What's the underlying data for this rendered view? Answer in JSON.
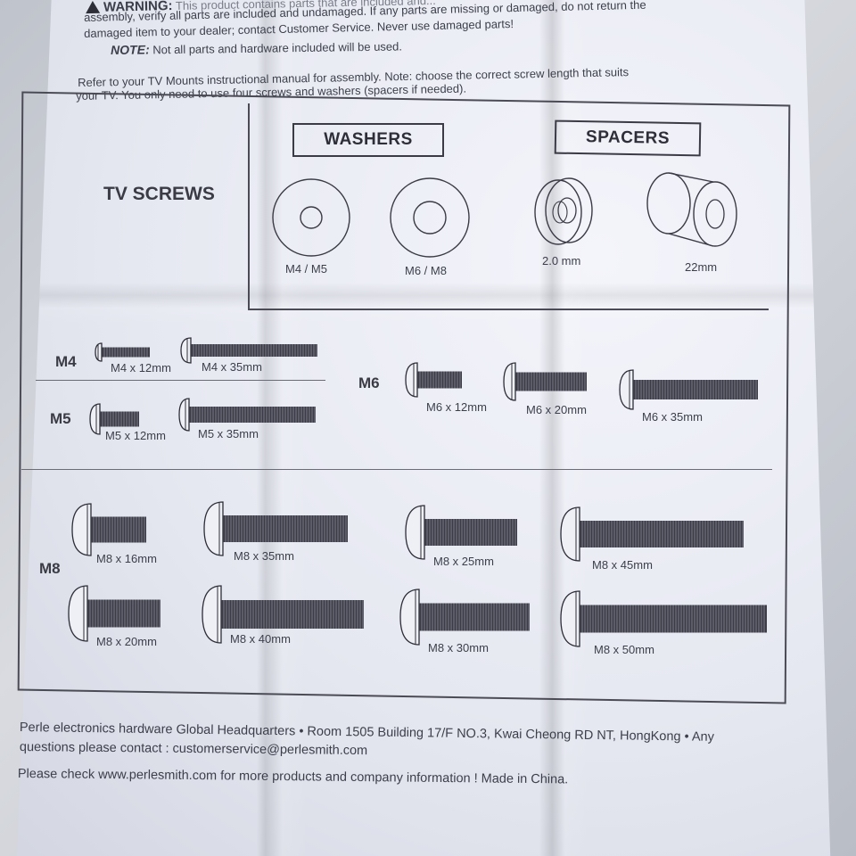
{
  "header": {
    "warning_prefix": "WARNING:",
    "warning_line1_tail": "This product contains parts that are included and...",
    "warning_line1_end": "not return the",
    "warning_line2": "assembly, verify all parts are included and undamaged. If any parts are missing or damaged, do not return the",
    "warning_line3": "damaged item to your dealer; contact Customer Service. Never use damaged parts!",
    "note_label": "NOTE:",
    "note_text": "Not all parts and hardware included will be used.",
    "refer_line1": "Refer to your TV Mounts instructional manual for assembly. Note: choose the correct screw length that suits",
    "refer_line2": "your TV. You only need to use four screws and washers (spacers if needed)."
  },
  "sections": {
    "tv_screws": "TV SCREWS",
    "washers": "WASHERS",
    "spacers": "SPACERS"
  },
  "washers": [
    {
      "label": "M4 / M5"
    },
    {
      "label": "M6 / M8"
    }
  ],
  "spacers": [
    {
      "label": "2.0 mm"
    },
    {
      "label": "22mm"
    }
  ],
  "groups": {
    "m4": "M4",
    "m5": "M5",
    "m6": "M6",
    "m8": "M8"
  },
  "screws": [
    {
      "label": "M4 x 12mm",
      "length_mm": 12
    },
    {
      "label": "M4 x 35mm",
      "length_mm": 35
    },
    {
      "label": "M5 x 12mm",
      "length_mm": 12
    },
    {
      "label": "M5 x 35mm",
      "length_mm": 35
    },
    {
      "label": "M6 x 12mm",
      "length_mm": 12
    },
    {
      "label": "M6 x 20mm",
      "length_mm": 20
    },
    {
      "label": "M6 x 35mm",
      "length_mm": 35
    },
    {
      "label": "M8 x 16mm",
      "length_mm": 16
    },
    {
      "label": "M8 x 35mm",
      "length_mm": 35
    },
    {
      "label": "M8 x 25mm",
      "length_mm": 25
    },
    {
      "label": "M8 x 45mm",
      "length_mm": 45
    },
    {
      "label": "M8 x 20mm",
      "length_mm": 20
    },
    {
      "label": "M8 x 40mm",
      "length_mm": 40
    },
    {
      "label": "M8 x 30mm",
      "length_mm": 30
    },
    {
      "label": "M8 x 50mm",
      "length_mm": 50
    }
  ],
  "footer": {
    "line1": "Perle electronics hardware Global Headquarters • Room 1505 Building 17/F NO.3, Kwai Cheong RD NT, HongKong • Any",
    "line2": "questions please contact : customerservice@perlesmith.com",
    "line3": "Please check www.perlesmith.com  for more products and company information ! Made in China."
  },
  "colors": {
    "ink": "#3a3b45",
    "paper": "#e8eaf2"
  }
}
